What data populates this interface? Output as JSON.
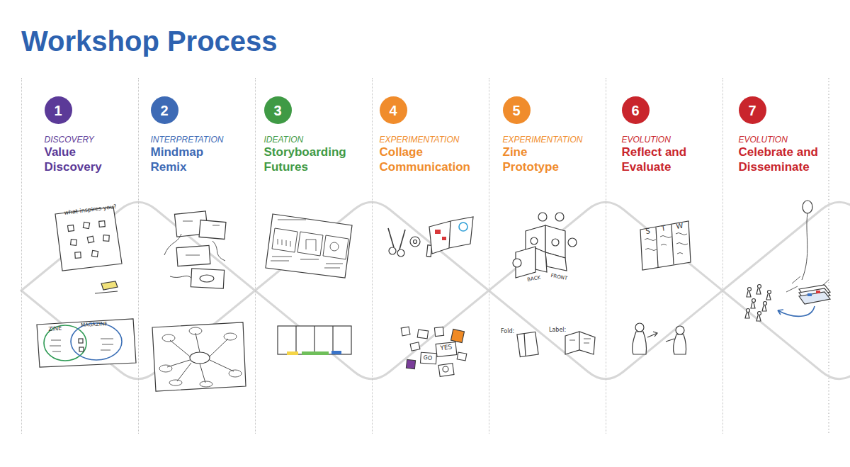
{
  "diagram": {
    "title": "Workshop Process",
    "nodes": [
      {
        "text": [
          "DISCOVERY",
          "Value Discovery"
        ]
      },
      {
        "text": [
          "1"
        ],
        "in": 0
      },
      {
        "text": [
          "INTERPRETATION",
          "Mindmap Remix"
        ]
      },
      {
        "text": [
          "2"
        ],
        "in": 2
      },
      {
        "text": [
          "IDEATION",
          "Storyboarding Futures"
        ]
      },
      {
        "text": [
          "3"
        ],
        "in": 4
      },
      {
        "text": [
          "EXPERIMENTATION",
          "Collage Communication"
        ]
      },
      {
        "text": [
          "4"
        ],
        "in": 6
      },
      {
        "text": [
          "EXPERIMENTATION",
          "Zine Prototype"
        ]
      },
      {
        "text": [
          "5"
        ],
        "in": 8
      },
      {
        "text": [
          "EVOLUTION",
          "Reflect and Evaluate"
        ]
      },
      {
        "text": [
          "6"
        ],
        "in": 10
      },
      {
        "text": [
          "EVOLUTION",
          "Celebrate and Disseminate"
        ]
      },
      {
        "text": [
          "7"
        ],
        "in": 12
      }
    ],
    "labels": [
      "what inspires you?",
      "ZINE",
      "MAGAZINE",
      "YES",
      "GO",
      "S",
      "T",
      "W",
      "BACK",
      "FRONT",
      "Fold:",
      "Label:"
    ]
  }
}
